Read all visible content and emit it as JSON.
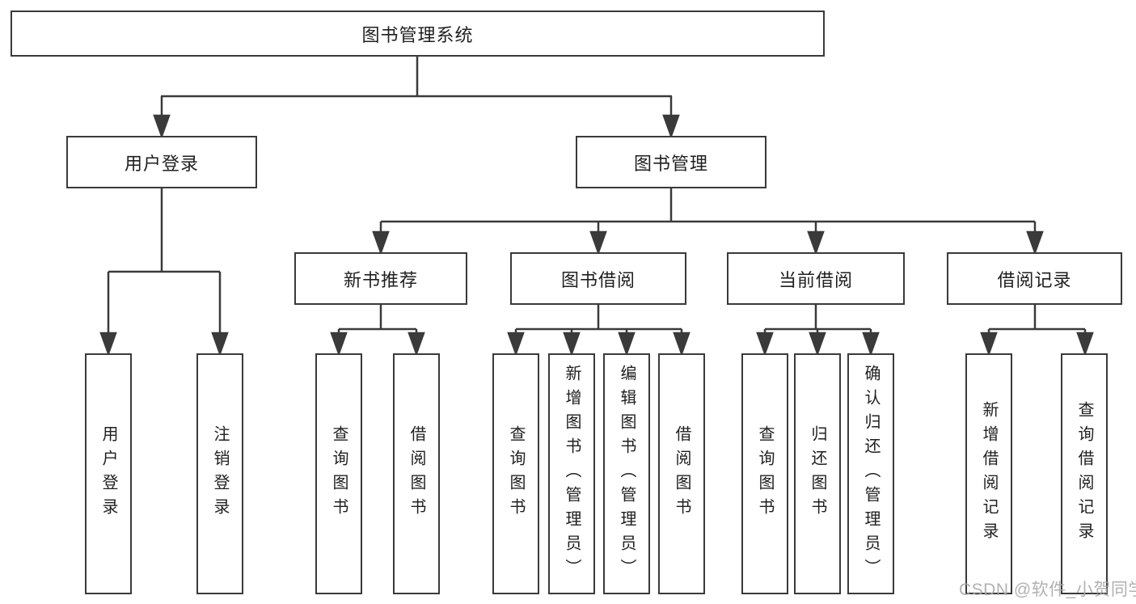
{
  "nodes": {
    "root": "图书管理系统",
    "user_login": "用户登录",
    "book_mgmt": "图书管理",
    "new_book_rec": "新书推荐",
    "book_borrow": "图书借阅",
    "current_borrow": "当前借阅",
    "borrow_record": "借阅记录",
    "ul_login": "用户登录",
    "ul_logout": "注销登录",
    "nb_query": "查询图书",
    "nb_borrow": "借阅图书",
    "bb_query": "查询图书",
    "bb_add": "新增图书（管理员）",
    "bb_edit": "编辑图书（管理员）",
    "bb_borrow": "借阅图书",
    "cb_query": "查询图书",
    "cb_return": "归还图书",
    "cb_confirm": "确认归还（管理员）",
    "br_add": "新增借阅记录",
    "br_query": "查询借阅记录"
  },
  "watermark": "CSDN @软件_小贺同学",
  "colors": {
    "line": "#3a3a3a",
    "text": "#1f1f1f",
    "watermark": "#a8a8a8",
    "background": "#ffffff"
  }
}
